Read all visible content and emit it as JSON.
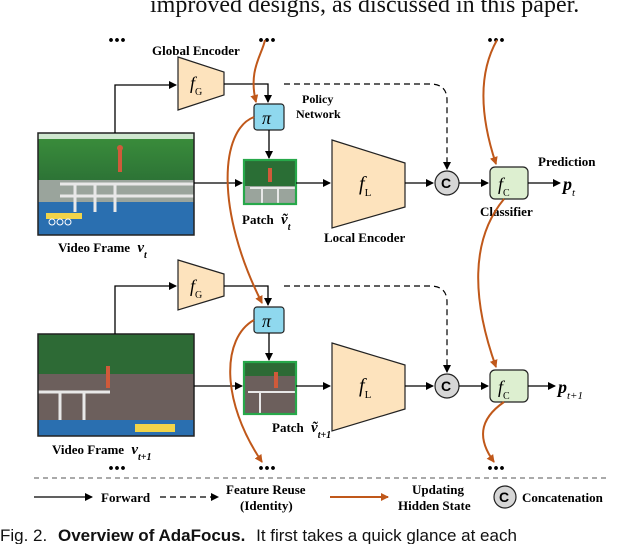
{
  "top_text": "improved designs, as discussed in this paper.",
  "ellipsis": "...",
  "labels": {
    "global_encoder": "Global Encoder",
    "policy_network_1": "Policy",
    "policy_network_2": "Network",
    "prediction": "Prediction",
    "classifier": "Classifier",
    "local_encoder": "Local Encoder",
    "video_frame_t": "Video Frame",
    "video_frame_t1": "Video Frame",
    "patch_t": "Patch",
    "patch_t1": "Patch",
    "concat_symbol": "C"
  },
  "math": {
    "f": "f",
    "G": "G",
    "L": "L",
    "C": "C",
    "pi": "π",
    "p": "p",
    "v": "v",
    "v_tilde": "ṽ",
    "sub_t": "t",
    "sub_t1": "t+1"
  },
  "legend": {
    "forward": "Forward",
    "feature_reuse_1": "Feature Reuse",
    "feature_reuse_2": "(Identity)",
    "updating_1": "Updating",
    "updating_2": "Hidden State",
    "concat_symbol": "C",
    "concatenation": "Concatenation"
  },
  "caption": {
    "prefix": "Fig. 2.",
    "title": "Overview of AdaFocus.",
    "text": "It first takes a quick glance at each"
  },
  "colors": {
    "encoder_fill": "#fde3bd",
    "policy_fill": "#8fd8ee",
    "classifier_fill": "#ddefd0",
    "patch_border": "#27a84a",
    "concat_fill": "#d6d6d6",
    "hidden_state_arrow": "#c0581a"
  }
}
